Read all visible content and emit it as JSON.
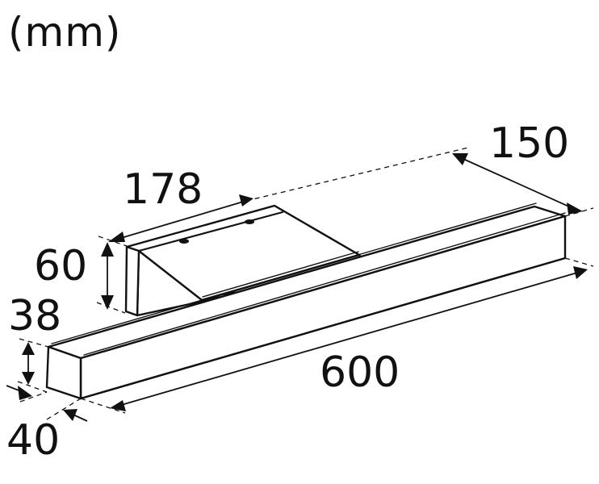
{
  "drawing": {
    "title": "(mm)",
    "subject": "wall-mounted linear light bar with bracket",
    "dimensions": {
      "bracket_length": {
        "label": "178",
        "value": 178,
        "unit": "mm"
      },
      "bracket_height": {
        "label": "60",
        "value": 60,
        "unit": "mm"
      },
      "projection_depth": {
        "label": "150",
        "value": 150,
        "unit": "mm"
      },
      "bar_height": {
        "label": "38",
        "value": 38,
        "unit": "mm"
      },
      "bar_width": {
        "label": "40",
        "value": 40,
        "unit": "mm"
      },
      "bar_length": {
        "label": "600",
        "value": 600,
        "unit": "mm"
      }
    },
    "colors": {
      "line": "#111111",
      "background": "#ffffff"
    }
  }
}
